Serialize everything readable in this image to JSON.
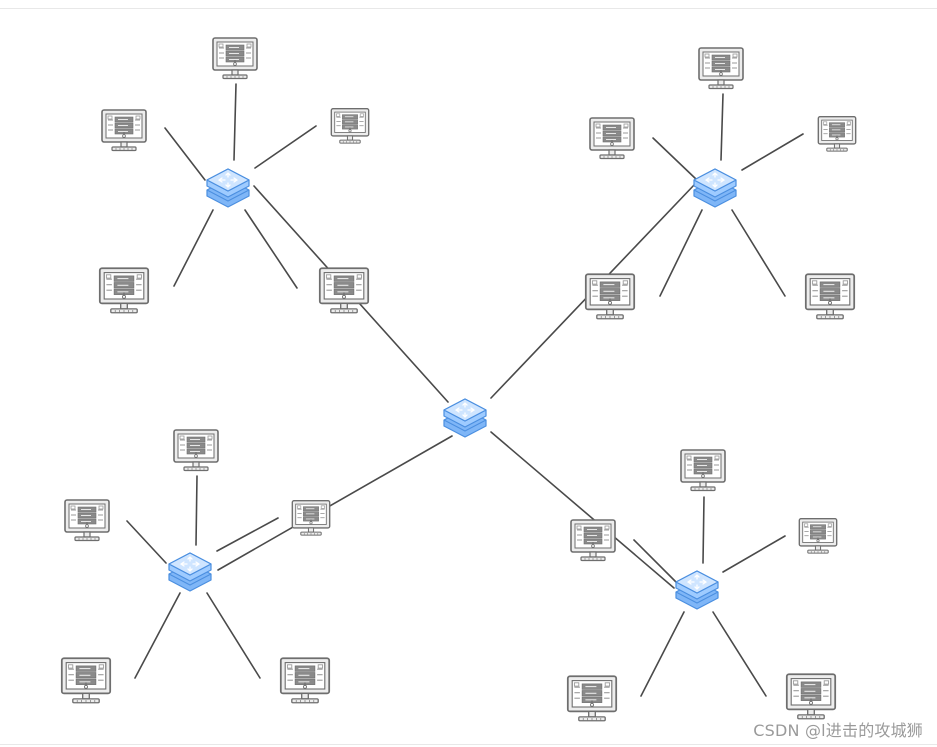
{
  "watermark": "CSDN @l进击的攻城狮",
  "colors": {
    "link": "#4a4a4a",
    "router_fill": "#9ecbff",
    "router_stroke": "#4b8fe0",
    "monitor_stroke": "#6e6e6e",
    "monitor_fill": "#ededed",
    "screen_fill": "#ffffff"
  },
  "icons": {
    "router": "router-icon",
    "computer": "server-monitor-icon"
  },
  "network": {
    "core_router": "core-router",
    "groups": [
      {
        "id": "top-left",
        "router": "router-top-left",
        "computers": 5
      },
      {
        "id": "top-right",
        "router": "router-top-right",
        "computers": 5
      },
      {
        "id": "bottom-left",
        "router": "router-bottom-left",
        "computers": 5
      },
      {
        "id": "bottom-right",
        "router": "router-bottom-right",
        "computers": 5
      }
    ]
  }
}
